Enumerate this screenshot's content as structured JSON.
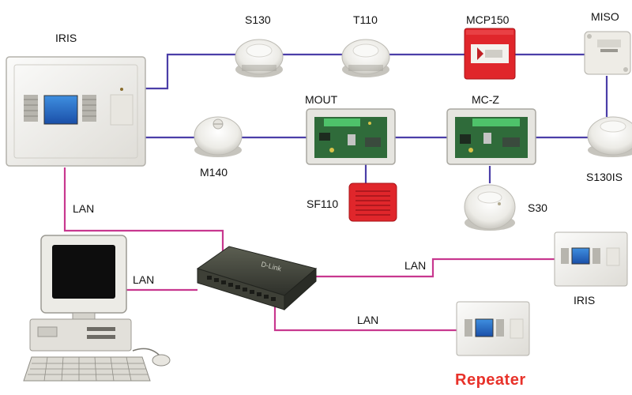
{
  "panel_main": {
    "label": "IRIS"
  },
  "devices": {
    "s130": "S130",
    "t110": "T110",
    "mcp150": "MCP150",
    "miso": "MISO",
    "mout": "MOUT",
    "mcz": "MC-Z",
    "m140": "M140",
    "s130is": "S130IS",
    "sf110": "SF110",
    "s30": "S30"
  },
  "links": {
    "lan_panel": "LAN",
    "lan_pc": "LAN",
    "lan_iris2": "LAN",
    "lan_repeater": "LAN"
  },
  "panel_remote": {
    "label": "IRIS"
  },
  "repeater": {
    "label": "Repeater"
  },
  "colors": {
    "loop": "#4b3ea8",
    "lan": "#c8388f",
    "detector": "#f2f0ec",
    "red_device": "#e0262b",
    "repeater_text": "#e8322a"
  }
}
